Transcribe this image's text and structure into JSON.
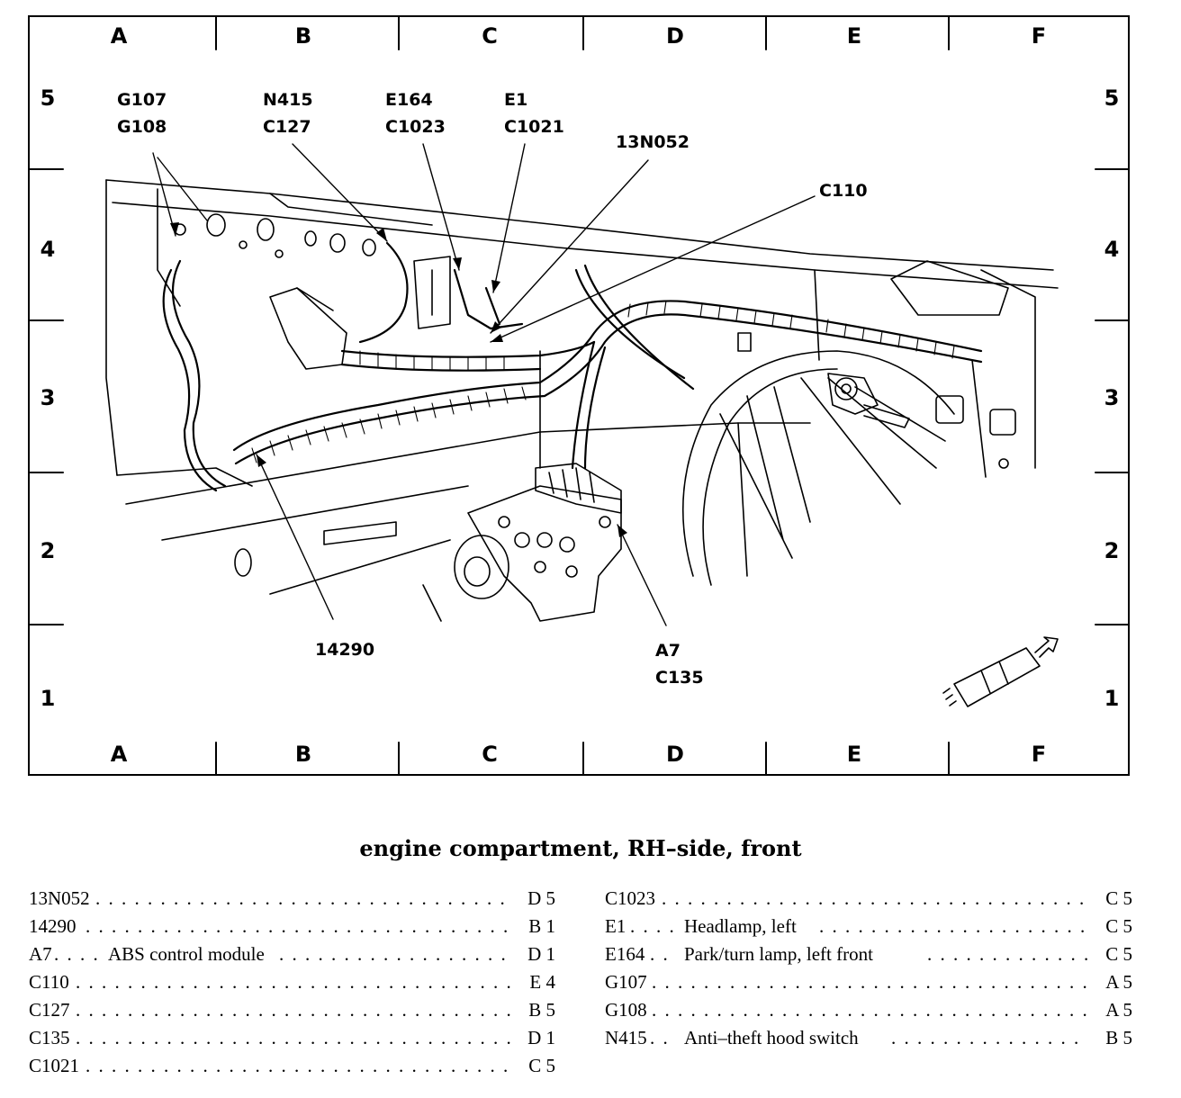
{
  "grid": {
    "columns": [
      "A",
      "B",
      "C",
      "D",
      "E",
      "F"
    ],
    "rows": [
      "5",
      "4",
      "3",
      "2",
      "1"
    ]
  },
  "callouts": {
    "g107_g108": "G107\nG108",
    "n415_c127": "N415\nC127",
    "e164_c1023": "E164\nC1023",
    "e1_c1021": "E1\nC1021",
    "13n052": "13N052",
    "c110": "C110",
    "14290": "14290",
    "a7_c135": "A7\nC135"
  },
  "caption": "engine compartment, RH–side, front",
  "index_left": [
    {
      "code": "13N052",
      "desc": "",
      "loc": "D 5"
    },
    {
      "code": "14290",
      "desc": "",
      "loc": "B 1"
    },
    {
      "code": "A7",
      "desc": "ABS control module",
      "loc": "D 1"
    },
    {
      "code": "C110",
      "desc": "",
      "loc": "E 4"
    },
    {
      "code": "C127",
      "desc": "",
      "loc": "B 5"
    },
    {
      "code": "C135",
      "desc": "",
      "loc": "D 1"
    },
    {
      "code": "C1021",
      "desc": "",
      "loc": "C 5"
    }
  ],
  "index_right": [
    {
      "code": "C1023",
      "desc": "",
      "loc": "C 5"
    },
    {
      "code": "E1",
      "desc": "Headlamp, left",
      "loc": "C 5"
    },
    {
      "code": "E164",
      "desc": "Park/turn lamp, left front",
      "loc": "C 5"
    },
    {
      "code": "G107",
      "desc": "",
      "loc": "A 5"
    },
    {
      "code": "G108",
      "desc": "",
      "loc": "A 5"
    },
    {
      "code": "N415",
      "desc": "Anti–theft hood switch",
      "loc": "B 5"
    }
  ]
}
